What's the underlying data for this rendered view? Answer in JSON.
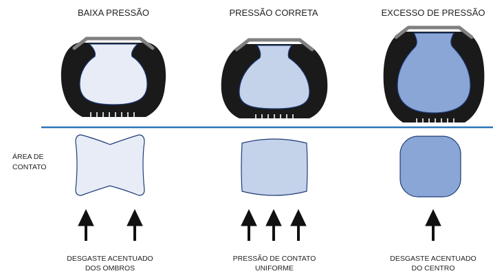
{
  "columns": [
    {
      "title": "BAIXA PRESSÃO",
      "caption_line1": "DESGASTE ACENTUADO",
      "caption_line2": "DOS OMBROS",
      "fill_color": "#e7ecf6",
      "arrows": 2
    },
    {
      "title": "PRESSÃO CORRETA",
      "caption_line1": "PRESSÃO DE CONTATO",
      "caption_line2": "UNIFORME",
      "fill_color": "#c4d2ea",
      "arrows": 3
    },
    {
      "title": "EXCESSO DE PRESSÃO",
      "caption_line1": "DESGASTE ACENTUADO",
      "caption_line2": "DO CENTRO",
      "fill_color": "#8aa6d6",
      "arrows": 1
    }
  ],
  "contact_area_label_line1": "ÁREA DE",
  "contact_area_label_line2": "CONTATO",
  "colors": {
    "divider": "#2a73b8",
    "tire": "#1a1a1a",
    "rim": "#808080",
    "outline": "#1f3b78",
    "arrow": "#111111"
  },
  "icons": [
    "tire-cross-section-icon",
    "contact-patch-shape",
    "arrow-up-icon"
  ]
}
